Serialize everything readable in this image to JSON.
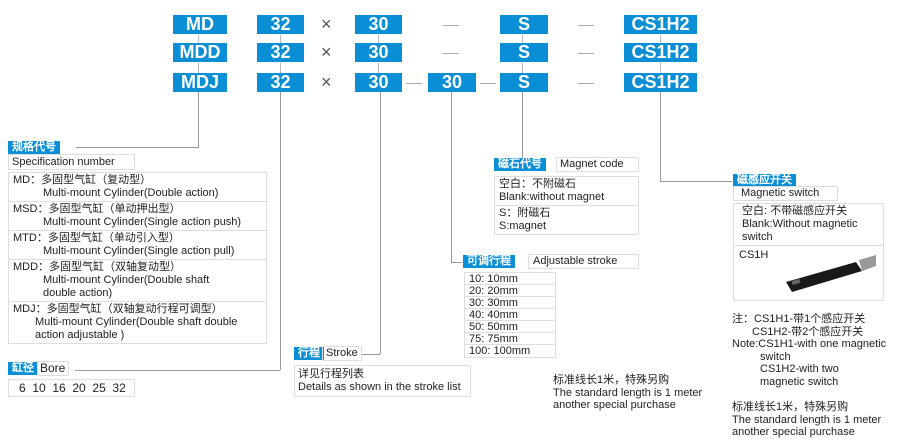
{
  "code_rows": [
    {
      "model": "MD",
      "bore": "32",
      "times": "×",
      "stroke": "30",
      "magnet": "S",
      "switch": "CS1H2"
    },
    {
      "model": "MDD",
      "bore": "32",
      "times": "×",
      "stroke": "30",
      "magnet": "S",
      "switch": "CS1H2"
    },
    {
      "model": "MDJ",
      "bore": "32",
      "times": "×",
      "stroke": "30",
      "adjust": "30",
      "magnet": "S",
      "switch": "CS1H2"
    }
  ],
  "spec": {
    "label": "规格代号",
    "title": "Specification number",
    "items": [
      {
        "cn": "MD：多固型气缸（复动型）",
        "en": "Multi-mount Cylinder(Double action)"
      },
      {
        "cn": "MSD：多固型气缸（单动押出型）",
        "en": "Multi-mount Cylinder(Single action push)"
      },
      {
        "cn": "MTD：多固型气缸（单动引入型）",
        "en": "Multi-mount Cylinder(Single action pull)"
      },
      {
        "cn": "MDD：多固型气缸（双轴复动型）",
        "en": "Multi-mount Cylinder(Double shaft double action)"
      },
      {
        "cn": "MDJ：多固型气缸（双轴复动行程可调型）",
        "en": "Multi-mount Cylinder(Double shaft double action adjustable )"
      }
    ]
  },
  "bore": {
    "label": "缸径",
    "title": "Bore",
    "values": "6  10  16  20  25  32"
  },
  "stroke": {
    "label": "行程",
    "title": "Stroke",
    "cn": "详见行程列表",
    "en": "Details as shown in the stroke list"
  },
  "adjust": {
    "label": "可调行程",
    "title": "Adjustable stroke",
    "items": [
      "10:   10mm",
      "20:   20mm",
      "30:   30mm",
      "40:   40mm",
      "50:   50mm",
      "75:   75mm",
      "100:   100mm"
    ]
  },
  "magnet": {
    "label": "磁石代号",
    "title": "Magnet code",
    "items": [
      {
        "cn": "空白：不附磁石",
        "en": "Blank:without magnet"
      },
      {
        "cn": "S：附磁石",
        "en": "S:magnet"
      }
    ]
  },
  "cable_note": {
    "cn": "标准线长1米，特殊另购",
    "en1": "The standard length is 1 meter",
    "en2": "another special purchase"
  },
  "switch": {
    "label": "磁感应开关",
    "title": "Magnetic switch",
    "blank_cn": "空白: 不带磁感应开关",
    "blank_en": "Blank:Without magnetic switch",
    "model": "CS1H",
    "note_cn1": "注：CS1H1-带1个感应开关",
    "note_cn2": "CS1H2-带2个感应开关",
    "note_en1": "Note:CS1H1-with one magnetic switch",
    "note_en2": "CS1H2-with two magnetic switch"
  },
  "accent": "#0a8fd6"
}
